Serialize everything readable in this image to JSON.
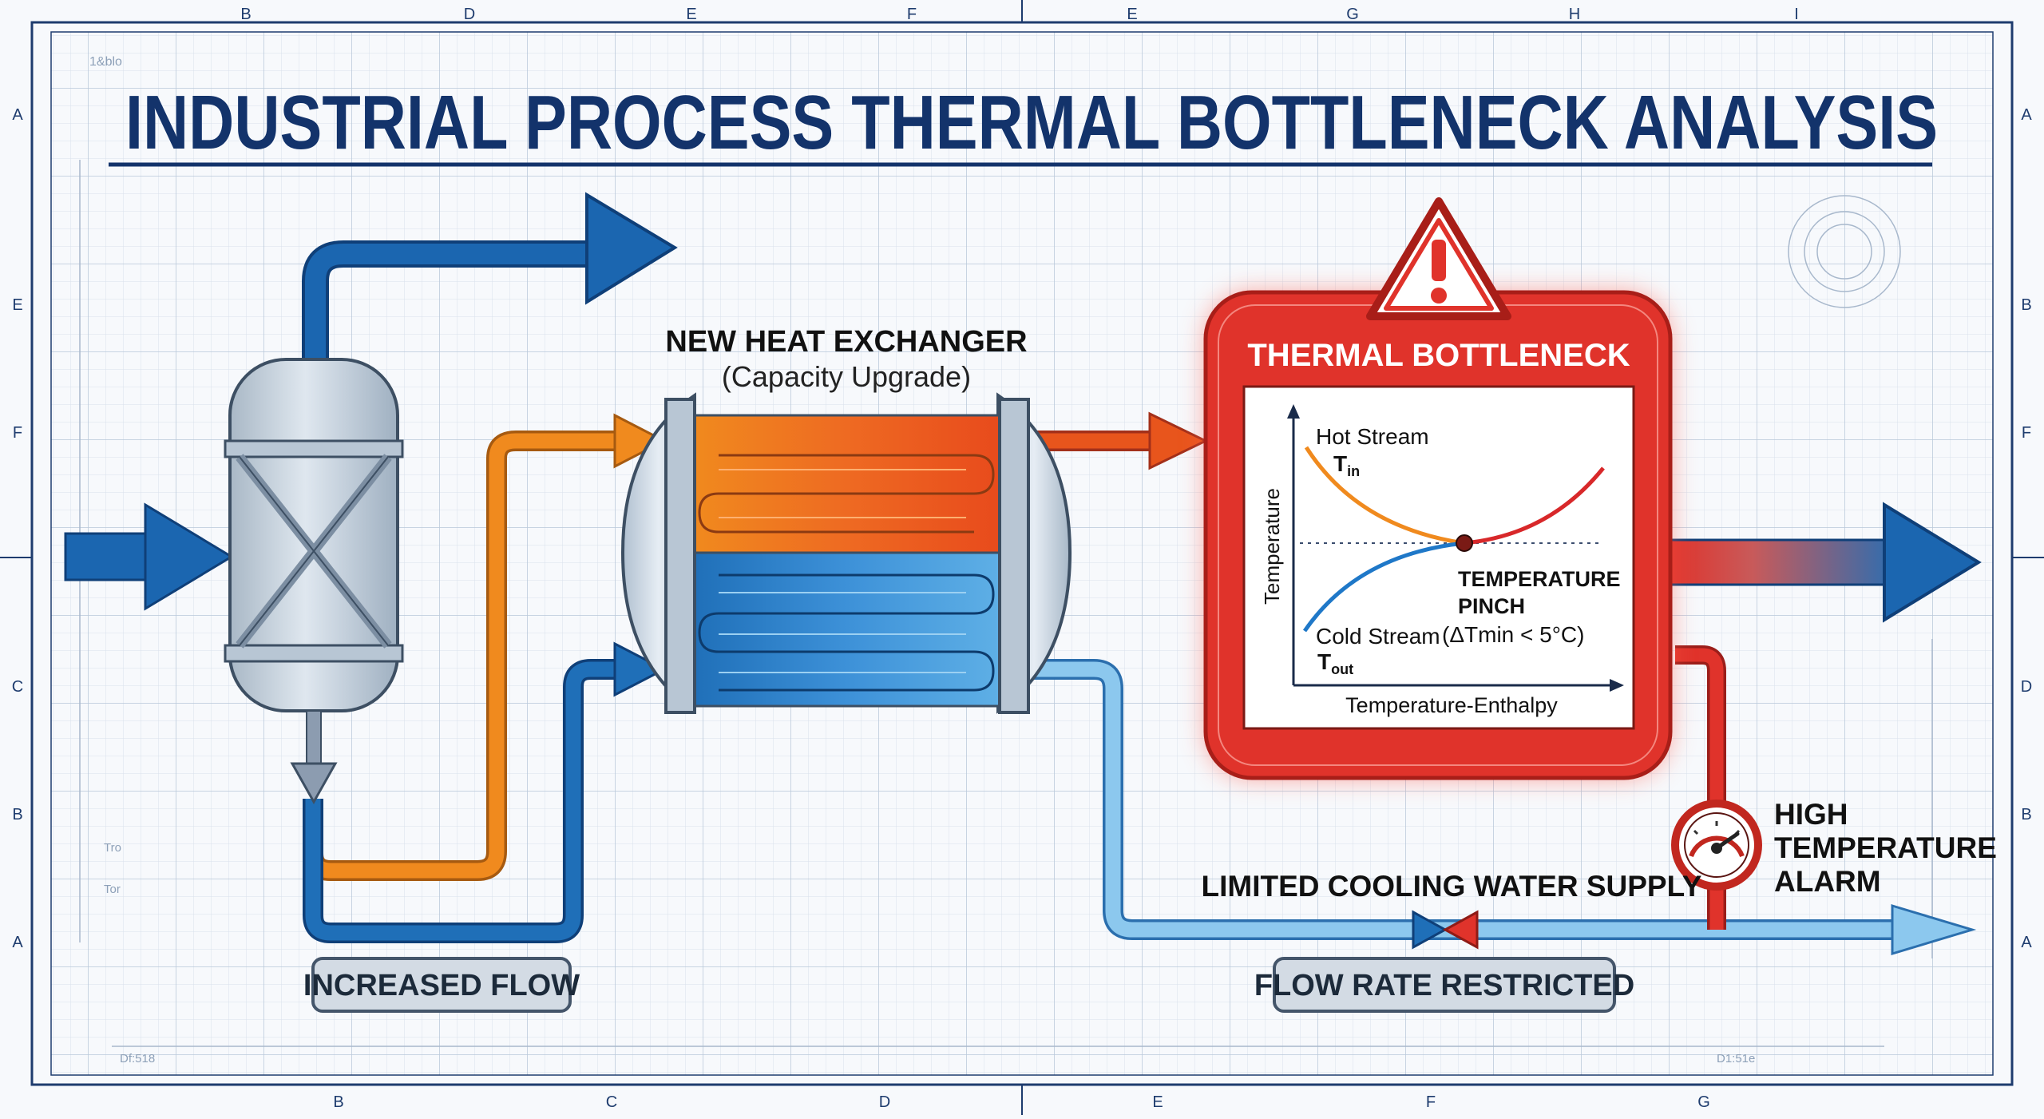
{
  "title": "INDUSTRIAL PROCESS THERMAL BOTTLENECK ANALYSIS",
  "sheet_code": "1&blo",
  "grid_columns_top": [
    "B",
    "D",
    "E",
    "F",
    "E",
    "G",
    "H",
    "I"
  ],
  "grid_columns_bottom": [
    "B",
    "C",
    "D",
    "E",
    "F",
    "G"
  ],
  "grid_rows_left": [
    "A",
    "E",
    "F",
    "C",
    "B",
    "A"
  ],
  "grid_rows_right": [
    "A",
    "B",
    "F",
    "D",
    "B",
    "A"
  ],
  "heat_exchanger": {
    "label": "NEW HEAT EXCHANGER",
    "sublabel": "(Capacity Upgrade)"
  },
  "bottleneck": {
    "label": "THERMAL BOTTLENECK",
    "chart": {
      "hot_stream": "Hot Stream",
      "hot_symbol": "T",
      "hot_sub": "in",
      "cold_stream": "Cold Stream",
      "cold_symbol": "T",
      "cold_sub": "out",
      "pinch_line1": "TEMPERATURE",
      "pinch_line2": "PINCH",
      "pinch_condition": "(ΔTmin < 5°C)",
      "y_axis": "Temperature",
      "x_axis": "Temperature-Enthalpy"
    }
  },
  "alarm": {
    "line1": "HIGH",
    "line2": "TEMPERATURE",
    "line3": "ALARM"
  },
  "cooling_label": "LIMITED COOLING WATER SUPPLY",
  "badges": {
    "increased_flow": "INCREASED FLOW",
    "flow_restricted": "FLOW RATE RESTRICTED"
  },
  "drawing_notes": {
    "left_bottom": "Df:518",
    "right_bottom": "D1:51e",
    "left_tag_1": "Tro",
    "left_tag_2": "Tor"
  },
  "colors": {
    "hot": "#f08a1e",
    "hot_deep": "#e8551c",
    "cold": "#1f6fb8",
    "cold_light": "#7fc3ea",
    "alarm_red": "#e0332b",
    "title_navy": "#13336b",
    "steel": "#c5d1dd"
  }
}
